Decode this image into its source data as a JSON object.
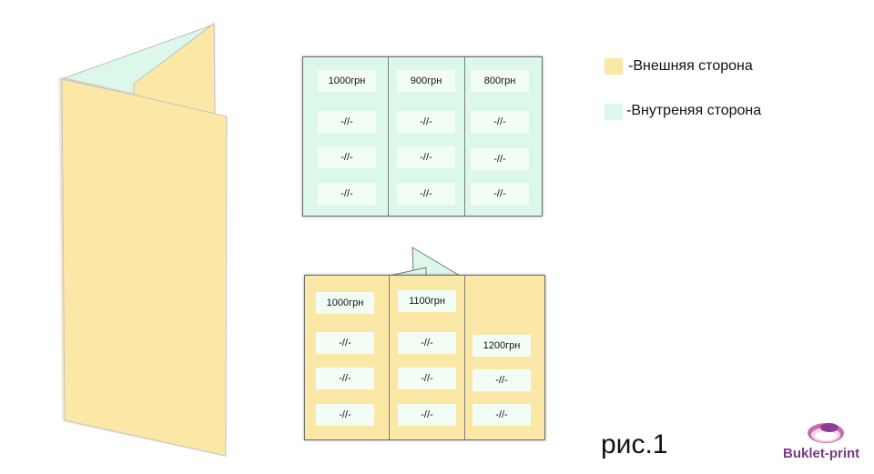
{
  "colors": {
    "outer": "#fbe8a6",
    "inner": "#dcf8ea",
    "tag": "#f2fdf6",
    "logo": "#7a3a86"
  },
  "legend": {
    "outer_label": "-Внешняя сторона",
    "inner_label": "-Внутреняя сторона"
  },
  "inner_side": {
    "col1": {
      "price": "1000грн",
      "rows": [
        "-//-",
        "-//-",
        "-//-"
      ]
    },
    "col2": {
      "price": "900грн",
      "rows": [
        "-//-",
        "-//-",
        "-//-"
      ]
    },
    "col3": {
      "price": "800грн",
      "rows": [
        "-//-",
        "-//-",
        "-//-"
      ]
    }
  },
  "outer_side": {
    "col1": {
      "price": "1000грн",
      "rows": [
        "-//-",
        "-//-",
        "-//-"
      ]
    },
    "col2": {
      "price": "1100грн",
      "rows": [
        "-//-",
        "-//-",
        "-//-"
      ]
    },
    "col3": {
      "price": "1200грн",
      "rows": [
        "-//-",
        "-//-"
      ]
    }
  },
  "caption": "рис.1",
  "logo": {
    "text": "Buklet-print",
    "icon": "buklet-print-logo-icon"
  }
}
